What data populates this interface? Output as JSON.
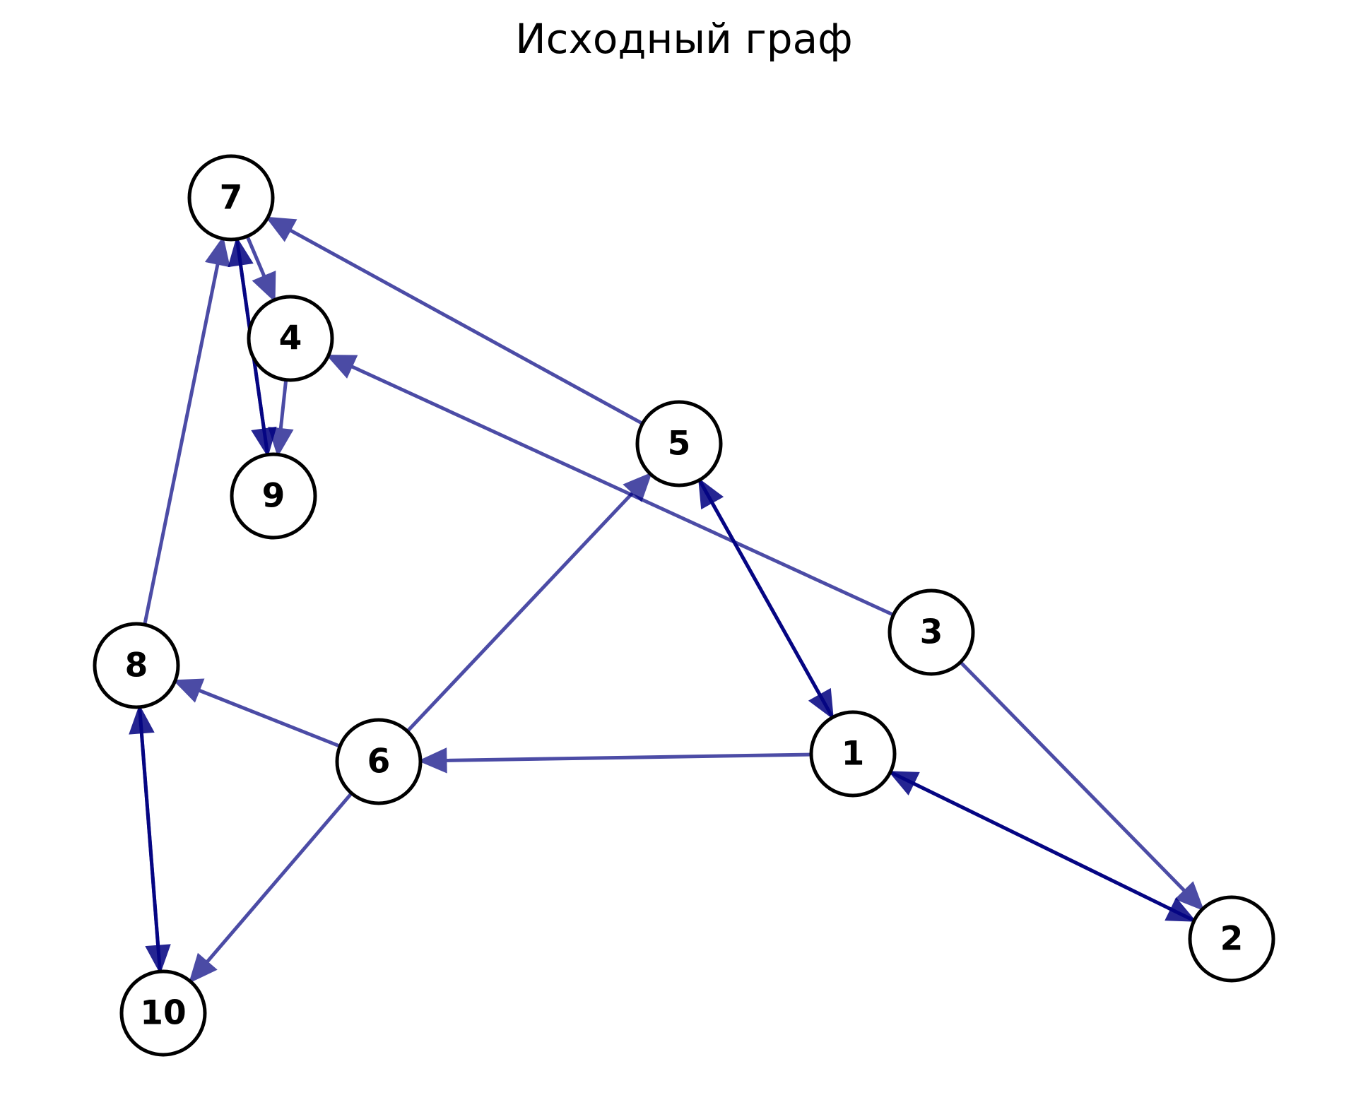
{
  "title": "Исходный граф",
  "colors": {
    "edge": "#000080",
    "node_fill": "#ffffff",
    "node_stroke": "#000000",
    "text": "#000000"
  },
  "nodes": [
    {
      "id": "1",
      "label": "1"
    },
    {
      "id": "2",
      "label": "2"
    },
    {
      "id": "3",
      "label": "3"
    },
    {
      "id": "4",
      "label": "4"
    },
    {
      "id": "5",
      "label": "5"
    },
    {
      "id": "6",
      "label": "6"
    },
    {
      "id": "7",
      "label": "7"
    },
    {
      "id": "8",
      "label": "8"
    },
    {
      "id": "9",
      "label": "9"
    },
    {
      "id": "10",
      "label": "10"
    }
  ],
  "edges": [
    {
      "from": "1",
      "to": "2"
    },
    {
      "from": "2",
      "to": "1"
    },
    {
      "from": "1",
      "to": "5"
    },
    {
      "from": "5",
      "to": "1"
    },
    {
      "from": "1",
      "to": "6"
    },
    {
      "from": "3",
      "to": "2"
    },
    {
      "from": "3",
      "to": "4"
    },
    {
      "from": "5",
      "to": "7"
    },
    {
      "from": "6",
      "to": "5"
    },
    {
      "from": "6",
      "to": "8"
    },
    {
      "from": "6",
      "to": "10"
    },
    {
      "from": "8",
      "to": "7"
    },
    {
      "from": "8",
      "to": "10"
    },
    {
      "from": "10",
      "to": "8"
    },
    {
      "from": "7",
      "to": "4"
    },
    {
      "from": "7",
      "to": "9"
    },
    {
      "from": "9",
      "to": "7"
    },
    {
      "from": "4",
      "to": "9"
    }
  ]
}
